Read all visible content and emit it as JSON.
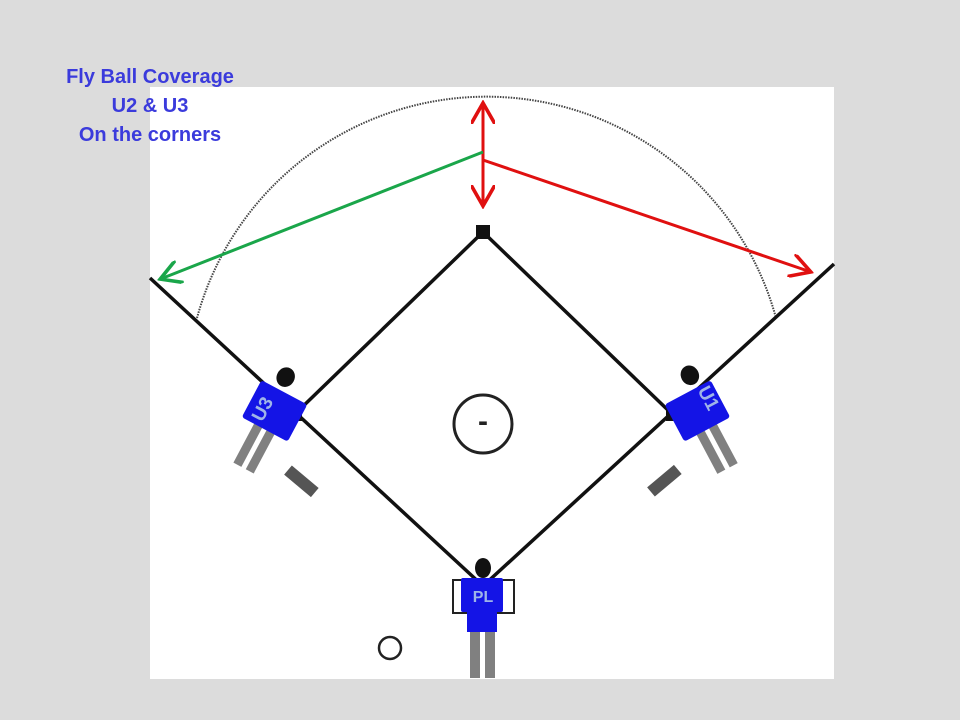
{
  "title": {
    "line1": "Fly Ball Coverage",
    "line2": "U2 & U3",
    "line3": "On the corners",
    "color": "#3b3bdc"
  },
  "umpires": {
    "u3": "U3",
    "u1": "U1",
    "plate": "PL"
  },
  "mound_label": "-",
  "colors": {
    "umpire_shirt": "#1414e6",
    "umpire_pants": "#808080",
    "arrow_u3": "#1aa64a",
    "arrow_u1": "#e01010",
    "field_lines": "#111111",
    "field_background": "#ffffff",
    "slide_background": "#dcdcdc"
  }
}
